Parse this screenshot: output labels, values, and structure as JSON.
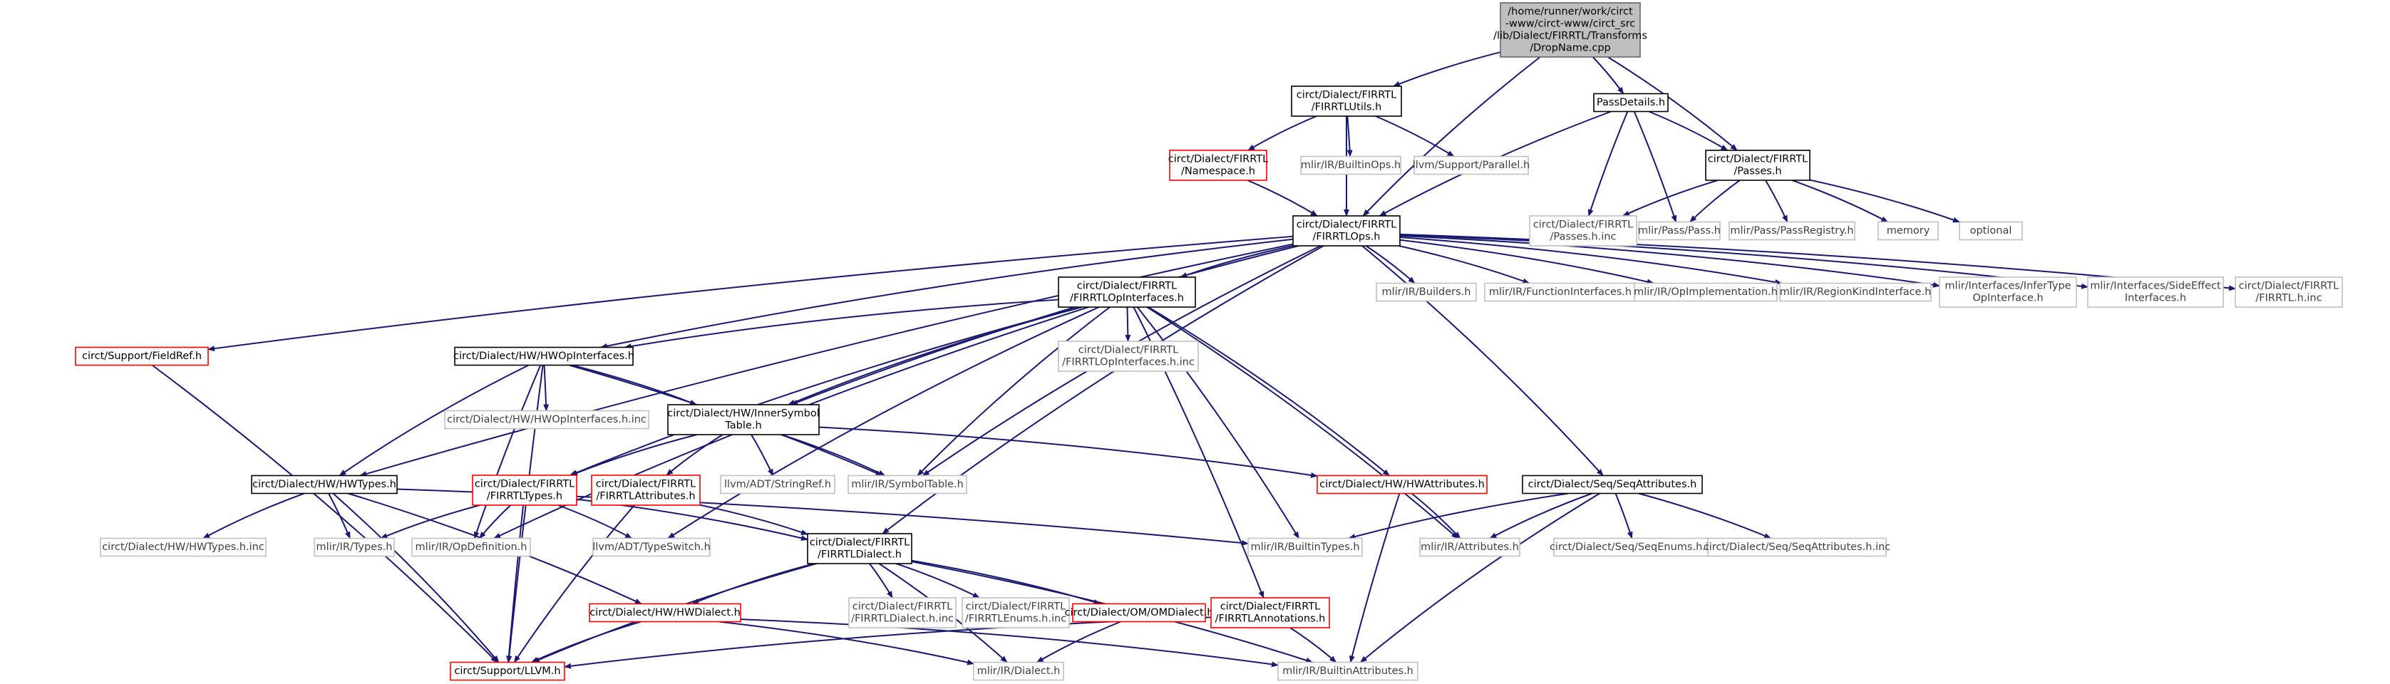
{
  "nodes": [
    {
      "id": "root",
      "lines": [
        "/home/runner/work/circt",
        "-www/circt-www/circt_src",
        "/lib/Dialect/FIRRTL/Transforms",
        "/DropName.cpp"
      ],
      "style": "gray"
    },
    {
      "id": "firrtlutils",
      "lines": [
        "circt/Dialect/FIRRTL",
        "/FIRRTLUtils.h"
      ],
      "style": "black"
    },
    {
      "id": "passdetails",
      "lines": [
        "PassDetails.h"
      ],
      "style": "black"
    },
    {
      "id": "passes",
      "lines": [
        "circt/Dialect/FIRRTL",
        "/Passes.h"
      ],
      "style": "black"
    },
    {
      "id": "namespace",
      "lines": [
        "circt/Dialect/FIRRTL",
        "/Namespace.h"
      ],
      "style": "red"
    },
    {
      "id": "builtinops",
      "lines": [
        "mlir/IR/BuiltinOps.h"
      ],
      "style": "light"
    },
    {
      "id": "parallel",
      "lines": [
        "llvm/Support/Parallel.h"
      ],
      "style": "light"
    },
    {
      "id": "passesinc",
      "lines": [
        "circt/Dialect/FIRRTL",
        "/Passes.h.inc"
      ],
      "style": "light"
    },
    {
      "id": "mlirpass",
      "lines": [
        "mlir/Pass/Pass.h"
      ],
      "style": "light"
    },
    {
      "id": "passregistry",
      "lines": [
        "mlir/Pass/PassRegistry.h"
      ],
      "style": "light"
    },
    {
      "id": "memory",
      "lines": [
        "memory"
      ],
      "style": "light"
    },
    {
      "id": "optional",
      "lines": [
        "optional"
      ],
      "style": "light"
    },
    {
      "id": "firrtlops",
      "lines": [
        "circt/Dialect/FIRRTL",
        "/FIRRTLOps.h"
      ],
      "style": "black"
    },
    {
      "id": "builders",
      "lines": [
        "mlir/IR/Builders.h"
      ],
      "style": "light"
    },
    {
      "id": "funcifaces",
      "lines": [
        "mlir/IR/FunctionInterfaces.h"
      ],
      "style": "light"
    },
    {
      "id": "opimpl",
      "lines": [
        "mlir/IR/OpImplementation.h"
      ],
      "style": "light"
    },
    {
      "id": "regionkind",
      "lines": [
        "mlir/IR/RegionKindInterface.h"
      ],
      "style": "light"
    },
    {
      "id": "infertype",
      "lines": [
        "mlir/Interfaces/InferType",
        "OpInterface.h"
      ],
      "style": "light"
    },
    {
      "id": "sideeffect",
      "lines": [
        "mlir/Interfaces/SideEffect",
        "Interfaces.h"
      ],
      "style": "light"
    },
    {
      "id": "firrtlinc",
      "lines": [
        "circt/Dialect/FIRRTL",
        "/FIRRTL.h.inc"
      ],
      "style": "light"
    },
    {
      "id": "fieldref",
      "lines": [
        "circt/Support/FieldRef.h"
      ],
      "style": "red"
    },
    {
      "id": "opifaces",
      "lines": [
        "circt/Dialect/FIRRTL",
        "/FIRRTLOpInterfaces.h"
      ],
      "style": "black"
    },
    {
      "id": "opifacesinc",
      "lines": [
        "circt/Dialect/FIRRTL",
        "/FIRRTLOpInterfaces.h.inc"
      ],
      "style": "light"
    },
    {
      "id": "hwopifaces",
      "lines": [
        "circt/Dialect/HW/HWOpInterfaces.h"
      ],
      "style": "black"
    },
    {
      "id": "hwopifacesinc",
      "lines": [
        "circt/Dialect/HW/HWOpInterfaces.h.inc"
      ],
      "style": "light"
    },
    {
      "id": "innersym",
      "lines": [
        "circt/Dialect/HW/InnerSymbol",
        "Table.h"
      ],
      "style": "black"
    },
    {
      "id": "hwtypes",
      "lines": [
        "circt/Dialect/HW/HWTypes.h"
      ],
      "style": "black"
    },
    {
      "id": "firrtltypes",
      "lines": [
        "circt/Dialect/FIRRTL",
        "/FIRRTLTypes.h"
      ],
      "style": "red"
    },
    {
      "id": "firrtlattrs",
      "lines": [
        "circt/Dialect/FIRRTL",
        "/FIRRTLAttributes.h"
      ],
      "style": "red"
    },
    {
      "id": "stringref",
      "lines": [
        "llvm/ADT/StringRef.h"
      ],
      "style": "light"
    },
    {
      "id": "symboltable",
      "lines": [
        "mlir/IR/SymbolTable.h"
      ],
      "style": "light"
    },
    {
      "id": "hwattrs",
      "lines": [
        "circt/Dialect/HW/HWAttributes.h"
      ],
      "style": "red"
    },
    {
      "id": "seqattrs",
      "lines": [
        "circt/Dialect/Seq/SeqAttributes.h"
      ],
      "style": "black"
    },
    {
      "id": "hwtypesinc",
      "lines": [
        "circt/Dialect/HW/HWTypes.h.inc"
      ],
      "style": "light"
    },
    {
      "id": "irtypes",
      "lines": [
        "mlir/IR/Types.h"
      ],
      "style": "light"
    },
    {
      "id": "opdef",
      "lines": [
        "mlir/IR/OpDefinition.h"
      ],
      "style": "light"
    },
    {
      "id": "typeswitch",
      "lines": [
        "llvm/ADT/TypeSwitch.h"
      ],
      "style": "light"
    },
    {
      "id": "firrtldialect",
      "lines": [
        "circt/Dialect/FIRRTL",
        "/FIRRTLDialect.h"
      ],
      "style": "black"
    },
    {
      "id": "builtintypes",
      "lines": [
        "mlir/IR/BuiltinTypes.h"
      ],
      "style": "light"
    },
    {
      "id": "attributes",
      "lines": [
        "mlir/IR/Attributes.h"
      ],
      "style": "light"
    },
    {
      "id": "seqenums",
      "lines": [
        "circt/Dialect/Seq/SeqEnums.h.inc"
      ],
      "style": "light"
    },
    {
      "id": "seqattrsinc",
      "lines": [
        "circt/Dialect/Seq/SeqAttributes.h.inc"
      ],
      "style": "light"
    },
    {
      "id": "hwdialect",
      "lines": [
        "circt/Dialect/HW/HWDialect.h"
      ],
      "style": "red"
    },
    {
      "id": "dialectinc",
      "lines": [
        "circt/Dialect/FIRRTL",
        "/FIRRTLDialect.h.inc"
      ],
      "style": "light"
    },
    {
      "id": "enumsinc",
      "lines": [
        "circt/Dialect/FIRRTL",
        "/FIRRTLEnums.h.inc"
      ],
      "style": "light"
    },
    {
      "id": "omdialect",
      "lines": [
        "circt/Dialect/OM/OMDialect.h"
      ],
      "style": "red"
    },
    {
      "id": "annotations",
      "lines": [
        "circt/Dialect/FIRRTL",
        "/FIRRTLAnnotations.h"
      ],
      "style": "red"
    },
    {
      "id": "llvmh",
      "lines": [
        "circt/Support/LLVM.h"
      ],
      "style": "red"
    },
    {
      "id": "irdialect",
      "lines": [
        "mlir/IR/Dialect.h"
      ],
      "style": "light"
    },
    {
      "id": "builtinattrs",
      "lines": [
        "mlir/IR/BuiltinAttributes.h"
      ],
      "style": "light"
    }
  ],
  "edges": [
    [
      "root",
      "firrtlutils"
    ],
    [
      "root",
      "passdetails"
    ],
    [
      "root",
      "firrtlops"
    ],
    [
      "root",
      "passes"
    ],
    [
      "firrtlutils",
      "namespace"
    ],
    [
      "firrtlutils",
      "builtinops"
    ],
    [
      "firrtlutils",
      "parallel"
    ],
    [
      "firrtlutils",
      "firrtlops"
    ],
    [
      "namespace",
      "firrtlops"
    ],
    [
      "passdetails",
      "passes"
    ],
    [
      "passdetails",
      "firrtlops"
    ],
    [
      "passdetails",
      "passesinc"
    ],
    [
      "passdetails",
      "mlirpass"
    ],
    [
      "passes",
      "passesinc"
    ],
    [
      "passes",
      "mlirpass"
    ],
    [
      "passes",
      "passregistry"
    ],
    [
      "passes",
      "memory"
    ],
    [
      "passes",
      "optional"
    ],
    [
      "firrtlops",
      "builders"
    ],
    [
      "firrtlops",
      "funcifaces"
    ],
    [
      "firrtlops",
      "opimpl"
    ],
    [
      "firrtlops",
      "regionkind"
    ],
    [
      "firrtlops",
      "infertype"
    ],
    [
      "firrtlops",
      "sideeffect"
    ],
    [
      "firrtlops",
      "firrtlinc"
    ],
    [
      "firrtlops",
      "fieldref"
    ],
    [
      "firrtlops",
      "opifaces"
    ],
    [
      "firrtlops",
      "hwopifaces"
    ],
    [
      "firrtlops",
      "innersym"
    ],
    [
      "firrtlops",
      "hwtypes"
    ],
    [
      "firrtlops",
      "symboltable"
    ],
    [
      "firrtlops",
      "seqattrs"
    ],
    [
      "firrtlops",
      "firrtldialect"
    ],
    [
      "opifaces",
      "opifacesinc"
    ],
    [
      "opifaces",
      "hwopifaces"
    ],
    [
      "opifaces",
      "innersym"
    ],
    [
      "opifaces",
      "firrtltypes"
    ],
    [
      "opifaces",
      "symboltable"
    ],
    [
      "opifaces",
      "hwattrs"
    ],
    [
      "opifaces",
      "builtintypes"
    ],
    [
      "opifaces",
      "attributes"
    ],
    [
      "opifaces",
      "annotations"
    ],
    [
      "opifaces",
      "typeswitch"
    ],
    [
      "opifaces",
      "opdef"
    ],
    [
      "hwopifaces",
      "hwopifacesinc"
    ],
    [
      "hwopifaces",
      "innersym"
    ],
    [
      "hwopifaces",
      "hwtypes"
    ],
    [
      "hwopifaces",
      "opdef"
    ],
    [
      "hwopifaces",
      "symboltable"
    ],
    [
      "hwopifaces",
      "llvmh"
    ],
    [
      "innersym",
      "firrtltypes"
    ],
    [
      "innersym",
      "firrtlattrs"
    ],
    [
      "innersym",
      "stringref"
    ],
    [
      "innersym",
      "symboltable"
    ],
    [
      "innersym",
      "hwattrs"
    ],
    [
      "hwtypes",
      "hwtypesinc"
    ],
    [
      "hwtypes",
      "irtypes"
    ],
    [
      "hwtypes",
      "builtintypes"
    ],
    [
      "hwtypes",
      "hwdialect"
    ],
    [
      "hwtypes",
      "llvmh"
    ],
    [
      "firrtltypes",
      "irtypes"
    ],
    [
      "firrtltypes",
      "opdef"
    ],
    [
      "firrtltypes",
      "typeswitch"
    ],
    [
      "firrtltypes",
      "firrtldialect"
    ],
    [
      "firrtltypes",
      "llvmh"
    ],
    [
      "firrtlattrs",
      "firrtldialect"
    ],
    [
      "firrtlattrs",
      "llvmh"
    ],
    [
      "hwattrs",
      "attributes"
    ],
    [
      "hwattrs",
      "builtinattrs"
    ],
    [
      "seqattrs",
      "builtintypes"
    ],
    [
      "seqattrs",
      "attributes"
    ],
    [
      "seqattrs",
      "seqenums"
    ],
    [
      "seqattrs",
      "seqattrsinc"
    ],
    [
      "seqattrs",
      "builtinattrs"
    ],
    [
      "fieldref",
      "llvmh"
    ],
    [
      "firrtldialect",
      "hwdialect"
    ],
    [
      "firrtldialect",
      "dialectinc"
    ],
    [
      "firrtldialect",
      "enumsinc"
    ],
    [
      "firrtldialect",
      "omdialect"
    ],
    [
      "firrtldialect",
      "irdialect"
    ],
    [
      "firrtldialect",
      "builtinattrs"
    ],
    [
      "firrtldialect",
      "llvmh"
    ],
    [
      "hwdialect",
      "llvmh"
    ],
    [
      "hwdialect",
      "irdialect"
    ],
    [
      "hwdialect",
      "builtinattrs"
    ],
    [
      "omdialect",
      "irdialect"
    ],
    [
      "annotations",
      "llvmh"
    ],
    [
      "annotations",
      "builtinattrs"
    ]
  ]
}
